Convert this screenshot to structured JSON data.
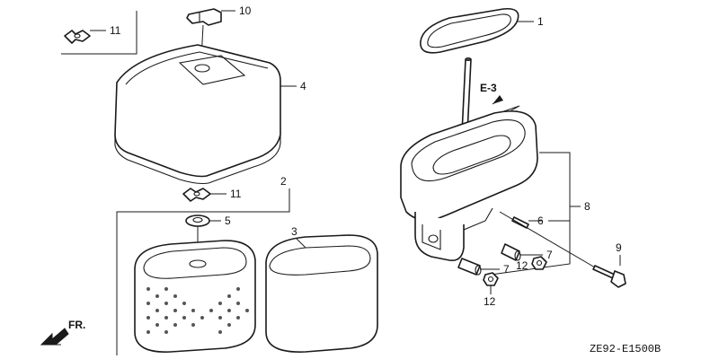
{
  "callouts": {
    "c1": "1",
    "c2": "2",
    "c3": "3",
    "c4": "4",
    "c5": "5",
    "c6": "6",
    "c7a": "7",
    "c7b": "7",
    "c8": "8",
    "c9": "9",
    "c10": "10",
    "c11a": "11",
    "c11b": "11",
    "c12a": "12",
    "c12b": "12"
  },
  "reference_label": "E-3",
  "direction_label": "FR.",
  "diagram_code": "ZE92-E1500B",
  "icons": {
    "front_arrow": "front-direction-arrow-icon",
    "reference_arrow": "reference-arrow-icon"
  },
  "colors": {
    "line": "#1a1a1a",
    "background": "#ffffff"
  }
}
